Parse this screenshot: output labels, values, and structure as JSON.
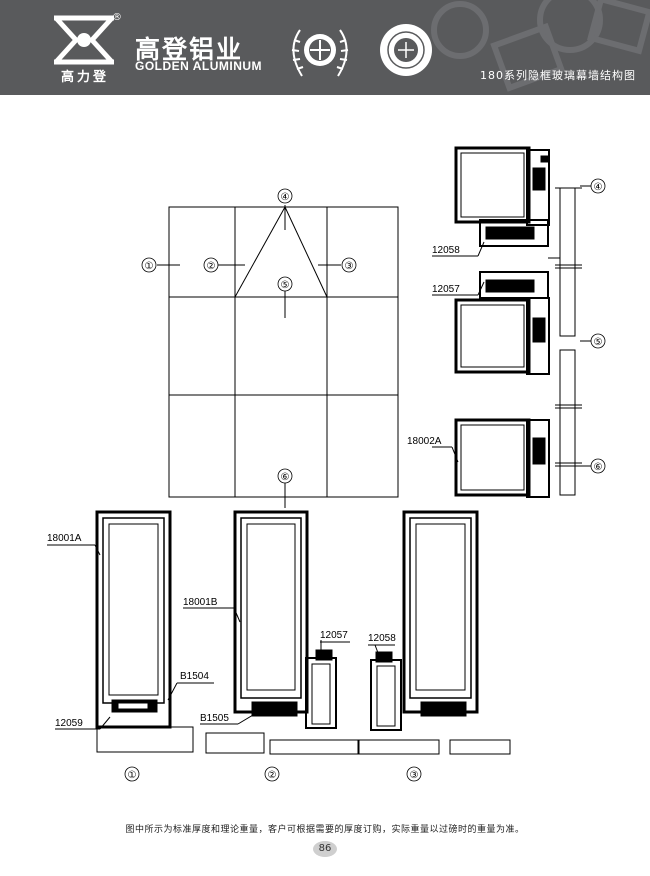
{
  "header": {
    "logo_sub": "高力登",
    "registered": "®",
    "brand_cn": "高登铝业",
    "brand_en": "GOLDEN ALUMINUM",
    "title": "180系列隐框玻璃幕墙结构图"
  },
  "elevation": {
    "circle_labels": [
      "①",
      "②",
      "③",
      "④",
      "⑤",
      "⑥"
    ]
  },
  "section_labels": {
    "right_top_a": "12058",
    "right_top_b": "12057",
    "right_bottom": "18002A",
    "right_markers": [
      "④",
      "⑤",
      "⑥"
    ],
    "bottom_left_top": "18001A",
    "bottom_left_bottom_a": "B1504",
    "bottom_left_bottom_b": "12059",
    "bottom_mid_main": "18001B",
    "bottom_mid_b": "B1505",
    "bottom_mid_c": "12057",
    "bottom_right": "12058",
    "bottom_markers": [
      "①",
      "②",
      "③"
    ]
  },
  "footer": {
    "note": "图中所示为标准厚度和理论重量，客户可根据需要的厚度订购，实际重量以过磅时的重量为准。",
    "page": "86"
  },
  "colors": {
    "header_bg": "#595a5c",
    "line": "#000000"
  }
}
